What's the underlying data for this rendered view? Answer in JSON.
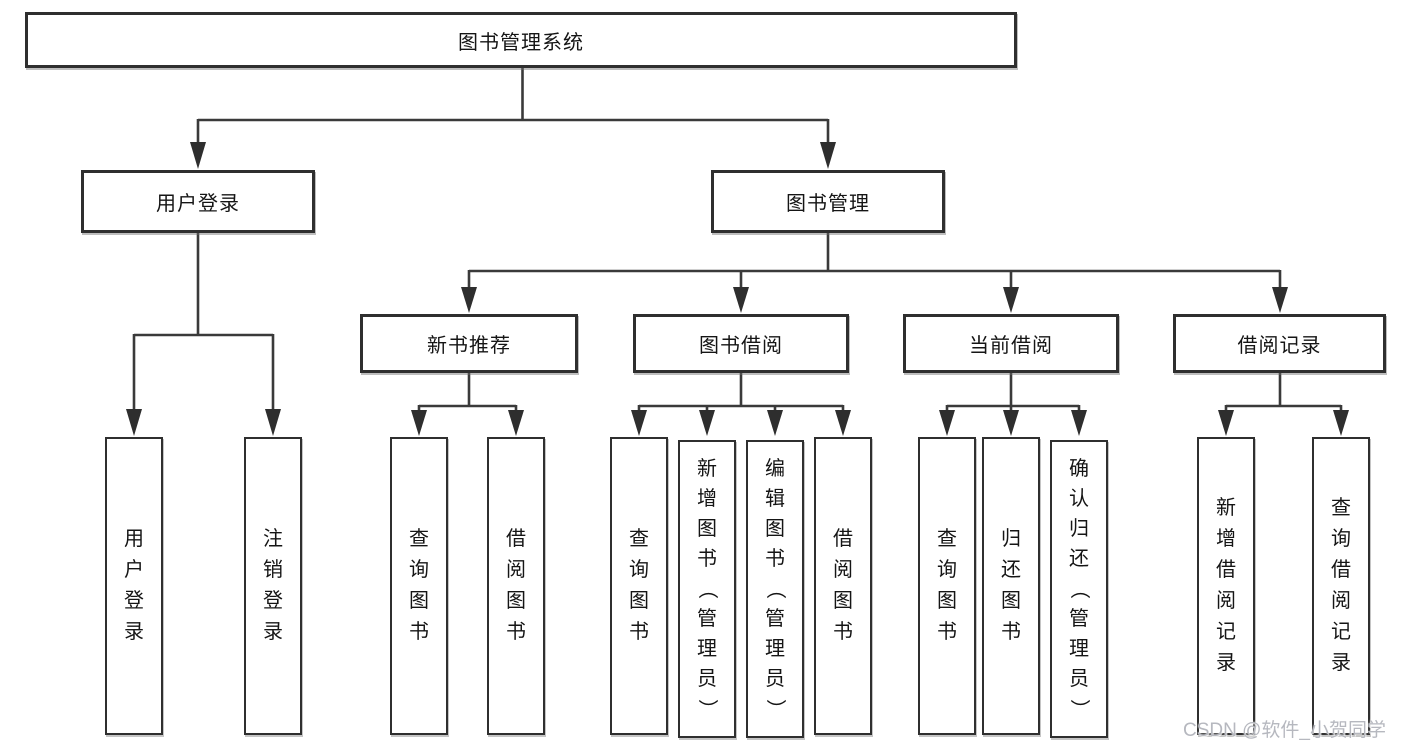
{
  "tree": {
    "root": "图书管理系统",
    "user_login": "用户登录",
    "book_mgmt": "图书管理",
    "new_book_rec": "新书推荐",
    "book_borrow": "图书借阅",
    "current_borrow": "当前借阅",
    "borrow_records": "借阅记录",
    "leaf_user_login": "用户登录",
    "leaf_logout": "注销登录",
    "leaf_query_books_a": "查询图书",
    "leaf_borrow_books_a": "借阅图书",
    "leaf_query_books_b": "查询图书",
    "leaf_add_books": "新增图书（管理员）",
    "leaf_edit_books": "编辑图书（管理员）",
    "leaf_borrow_books_b": "借阅图书",
    "leaf_query_books_c": "查询图书",
    "leaf_return_books": "归还图书",
    "leaf_confirm_return": "确认归还（管理员）",
    "leaf_add_record": "新增借阅记录",
    "leaf_query_record": "查询借阅记录"
  },
  "watermark": "CSDN @软件_小贺同学",
  "colors": {
    "line": "#3a3a3a",
    "border": "#2f2f2f",
    "text": "#151515",
    "watermark": "#b6b8bf"
  }
}
